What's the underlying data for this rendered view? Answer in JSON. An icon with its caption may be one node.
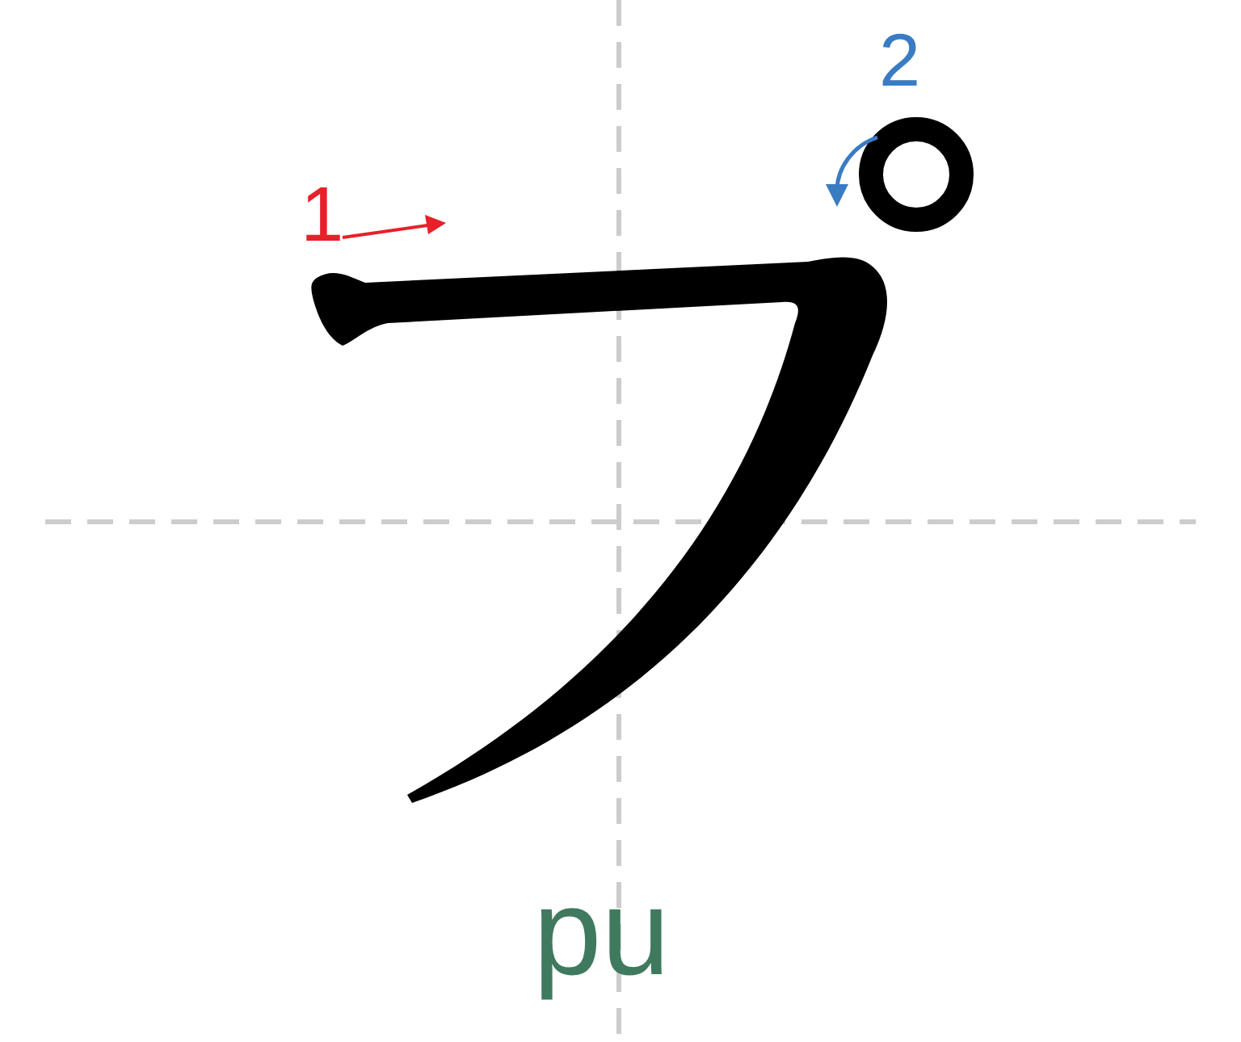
{
  "diagram": {
    "labels": [
      "1",
      "2",
      "pu"
    ]
  }
}
